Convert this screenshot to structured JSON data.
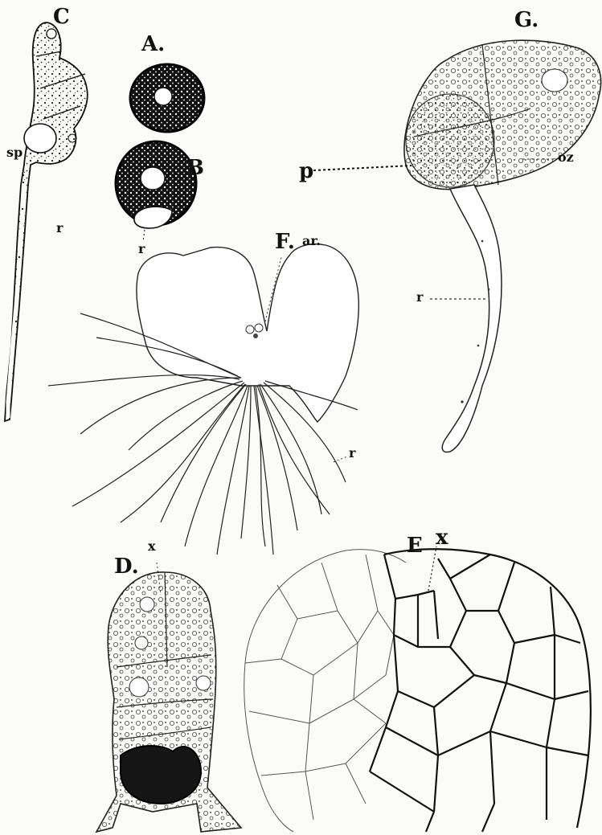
{
  "figure": {
    "labels": {
      "A": "A.",
      "B": "B",
      "C": "C",
      "D": "D.",
      "E": "E",
      "F": "F.",
      "G": "G.",
      "sp": "sp",
      "r_C": "r",
      "r_B": "r",
      "ar": "ar.",
      "r_F": "r",
      "x_D": "x",
      "x_E": "x",
      "p": "p",
      "oz": "oz",
      "r_G": "r"
    }
  }
}
